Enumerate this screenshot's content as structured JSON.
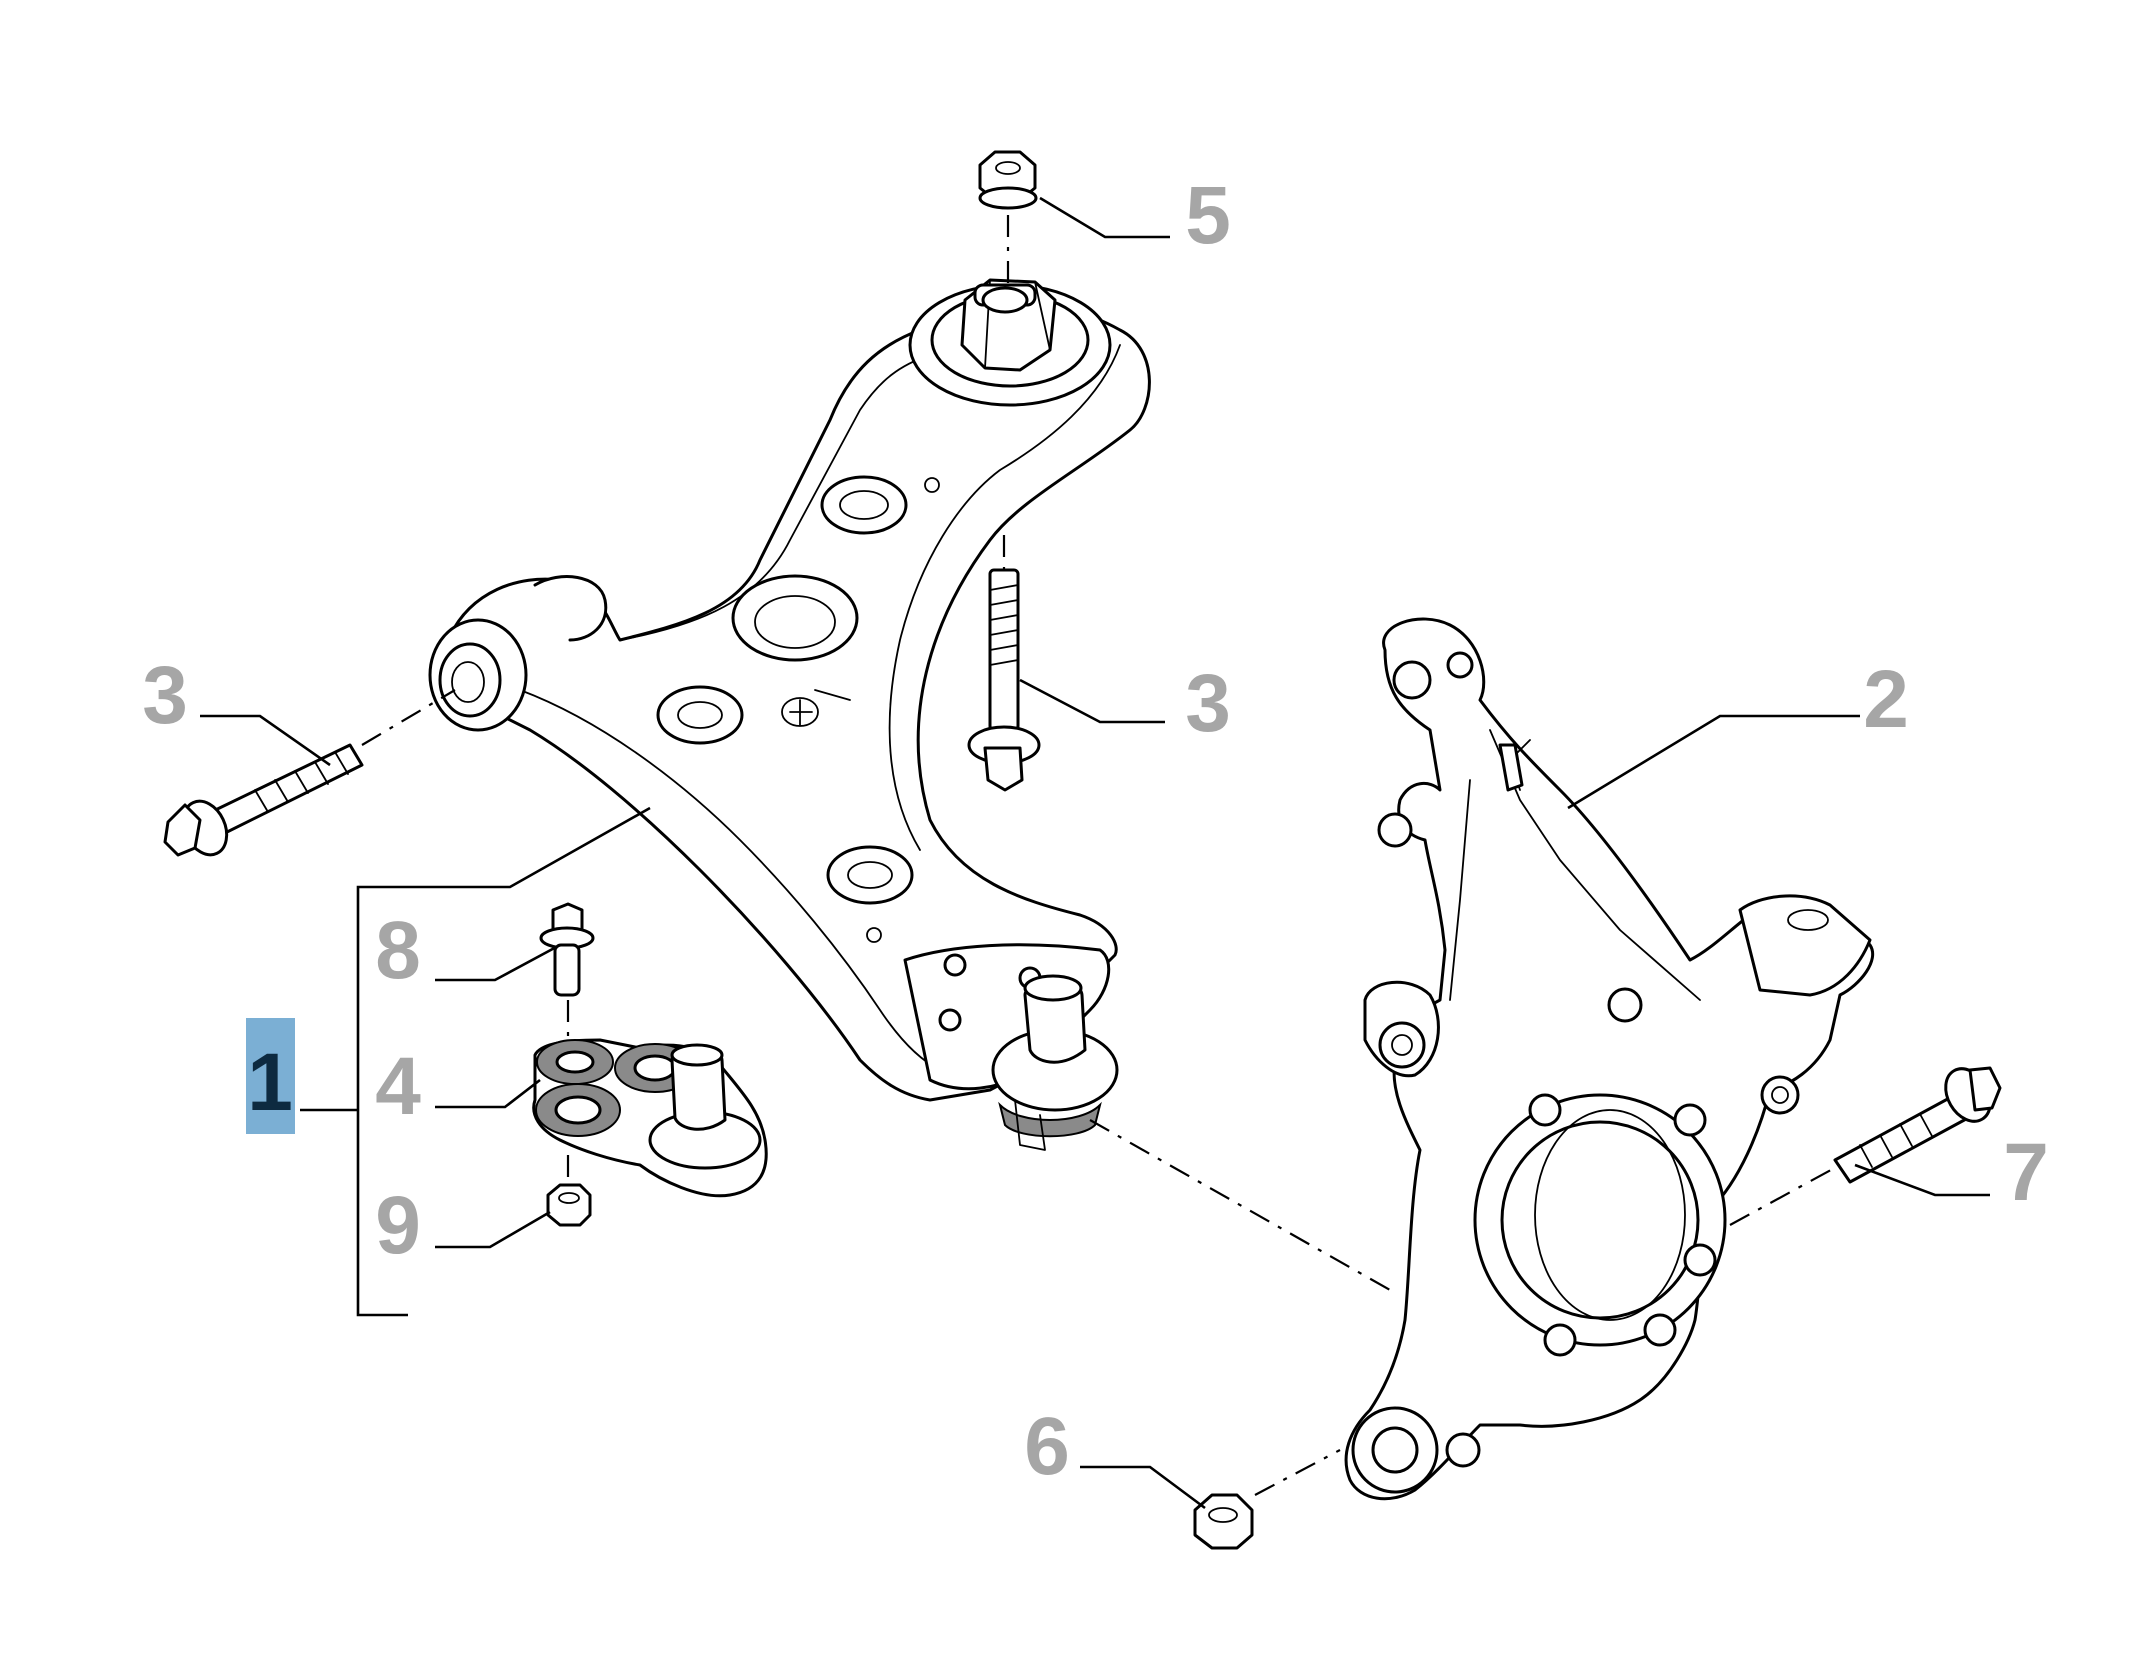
{
  "callouts": {
    "c1": "1",
    "c2": "2",
    "c3_left": "3",
    "c3_right": "3",
    "c4": "4",
    "c5": "5",
    "c6": "6",
    "c7": "7",
    "c8": "8",
    "c9": "9"
  },
  "colors": {
    "callout_text": "#a6a6a6",
    "highlight_fill": "#7bafd4",
    "highlight_text": "#0d2a40",
    "line_art": "#000000"
  }
}
